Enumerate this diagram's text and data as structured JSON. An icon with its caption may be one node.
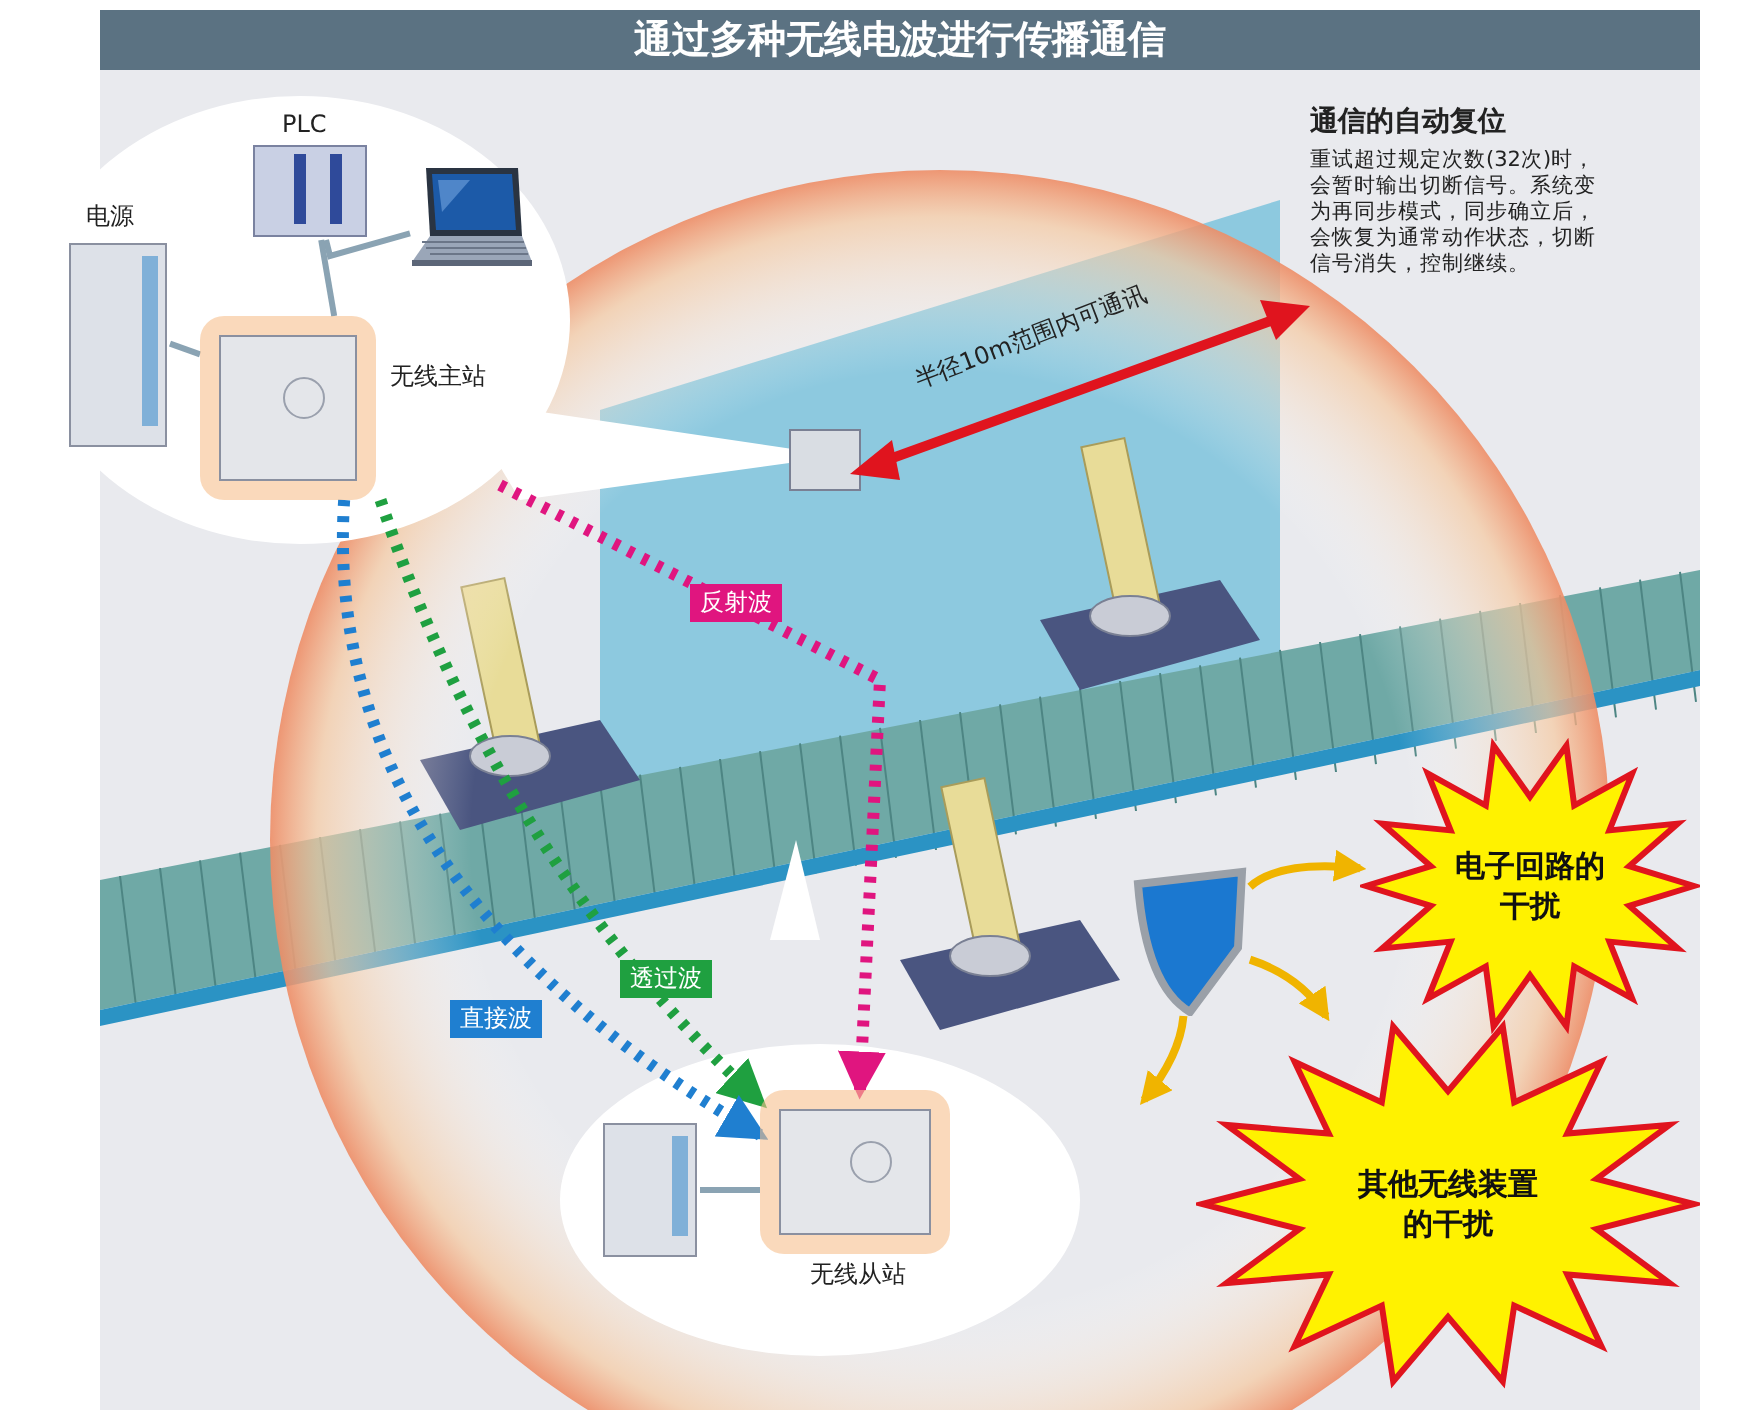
{
  "diagram": {
    "title": "通过多种无线电波进行传播通信",
    "nodes": [
      {
        "text": [
          "PLC"
        ]
      },
      {
        "text": [
          "电源"
        ]
      },
      {
        "text": [],
        "shape": "picture"
      },
      {
        "text": [
          "无线主站"
        ]
      },
      {
        "text": [
          "无线从站"
        ]
      },
      {
        "text": [],
        "shape": "picture"
      },
      {
        "text": [],
        "shape": "picture"
      },
      {
        "text": [
          "电子回路的干扰"
        ]
      },
      {
        "text": [
          "其他无线装置的干扰"
        ]
      }
    ],
    "edges": [
      {
        "from": 2,
        "to": 0,
        "arrow": "none"
      },
      {
        "from": 0,
        "to": 3,
        "arrow": "none"
      },
      {
        "from": 1,
        "to": 3,
        "arrow": "none"
      },
      {
        "from": 3,
        "to": 4,
        "arrow": "to",
        "label": "反射波",
        "style": "dashed",
        "color": "#e0157f"
      },
      {
        "from": 3,
        "to": 4,
        "arrow": "to",
        "label": "透过波",
        "style": "dashed",
        "color": "#1fa040"
      },
      {
        "from": 3,
        "to": 4,
        "arrow": "to",
        "label": "直接波",
        "style": "dashed",
        "color": "#1f7fd0"
      },
      {
        "from": 5,
        "to": 4,
        "arrow": "none"
      },
      {
        "from": 6,
        "to": 7,
        "arrow": "to",
        "color": "#f0b400"
      },
      {
        "from": 6,
        "to": 8,
        "arrow": "to",
        "color": "#f0b400"
      },
      {
        "from": 6,
        "to": null,
        "arrow": "to",
        "color": "#f0b400"
      }
    ],
    "labels": [
      "半径10m范围内可通讯",
      "通信的自动复位",
      "重试超过规定次数(32次)时，会暂时输出切断信号。系统变为再同步模式，同步确立后，会恢复为通常动作状态，切断信号消失，控制继续。"
    ]
  }
}
